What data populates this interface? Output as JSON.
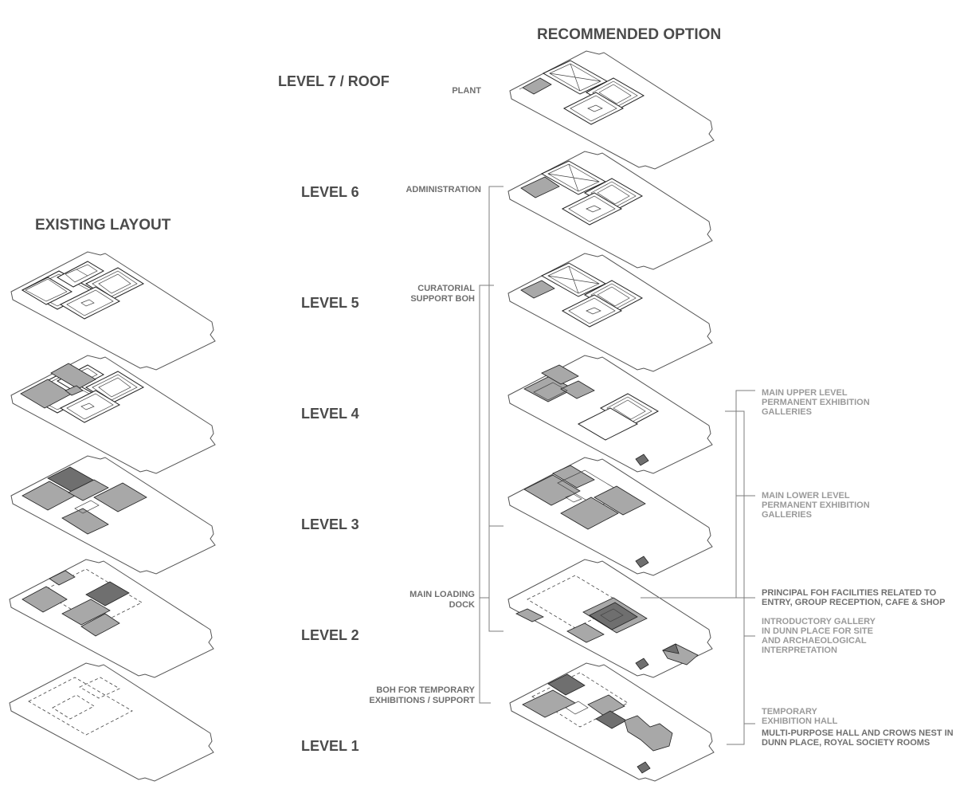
{
  "headings": {
    "existing": "EXISTING LAYOUT",
    "recommended": "RECOMMENDED OPTION"
  },
  "levels": [
    "LEVEL 7 / ROOF",
    "LEVEL 6",
    "LEVEL 5",
    "LEVEL 4",
    "LEVEL 3",
    "LEVEL 2",
    "LEVEL 1"
  ],
  "left_labels": {
    "plant": "PLANT",
    "administration": "ADMINISTRATION",
    "curatorial": [
      "CURATORIAL",
      "SUPPORT BOH"
    ],
    "loading": [
      "MAIN LOADING",
      "DOCK"
    ],
    "boh_temp": [
      "BOH FOR TEMPORARY",
      "EXHIBITIONS / SUPPORT"
    ]
  },
  "right_labels": {
    "upper": [
      "MAIN UPPER LEVEL",
      "PERMANENT EXHIBITION",
      "GALLERIES"
    ],
    "lower": [
      "MAIN LOWER LEVEL",
      "PERMANENT EXHIBITION",
      "GALLERIES"
    ],
    "foh": [
      "PRINCIPAL FOH FACILITIES RELATED TO",
      "ENTRY, GROUP RECEPTION, CAFE & SHOP"
    ],
    "intro": [
      "INTRODUCTORY GALLERY",
      "IN DUNN PLACE FOR SITE",
      "AND ARCHAEOLOGICAL",
      "INTERPRETATION"
    ],
    "temp": [
      "TEMPORARY",
      "EXHIBITION HALL"
    ],
    "multi": [
      "MULTI-PURPOSE HALL AND CROWS NEST IN",
      "DUNN PLACE, ROYAL SOCIETY ROOMS"
    ]
  }
}
